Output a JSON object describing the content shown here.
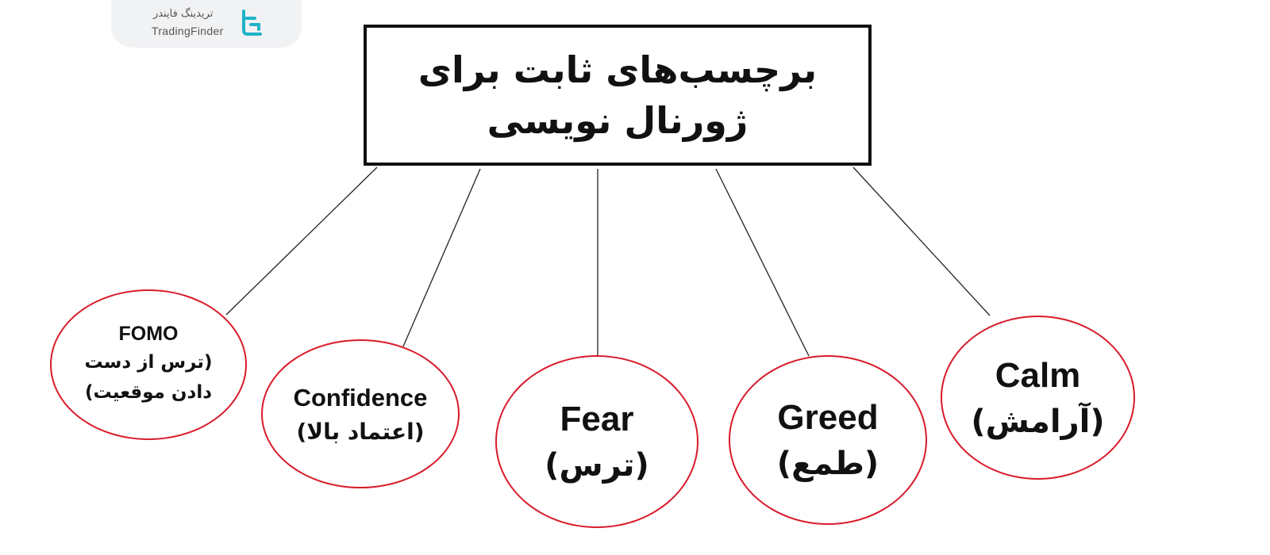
{
  "logo": {
    "fa": "تریدینگ فایندر",
    "en": "TradingFinder",
    "icon": "tradingfinder-logo-icon",
    "color": "#1fb3c9"
  },
  "title": "برچسب‌های ثابت برای ژورنال نویسی",
  "colors": {
    "node_border": "#d81b2a",
    "box_border": "#111111",
    "line": "#222222"
  },
  "nodes": [
    {
      "id": "fomo",
      "label": "FOMO",
      "sub": "(ترس از دست دادن موقعیت)"
    },
    {
      "id": "confidence",
      "label": "Confidence",
      "sub": "(اعتماد بالا)"
    },
    {
      "id": "fear",
      "label": "Fear",
      "sub": "(ترس)"
    },
    {
      "id": "greed",
      "label": "Greed",
      "sub": "(طمع)"
    },
    {
      "id": "calm",
      "label": "Calm",
      "sub": "(آرامش)"
    }
  ]
}
